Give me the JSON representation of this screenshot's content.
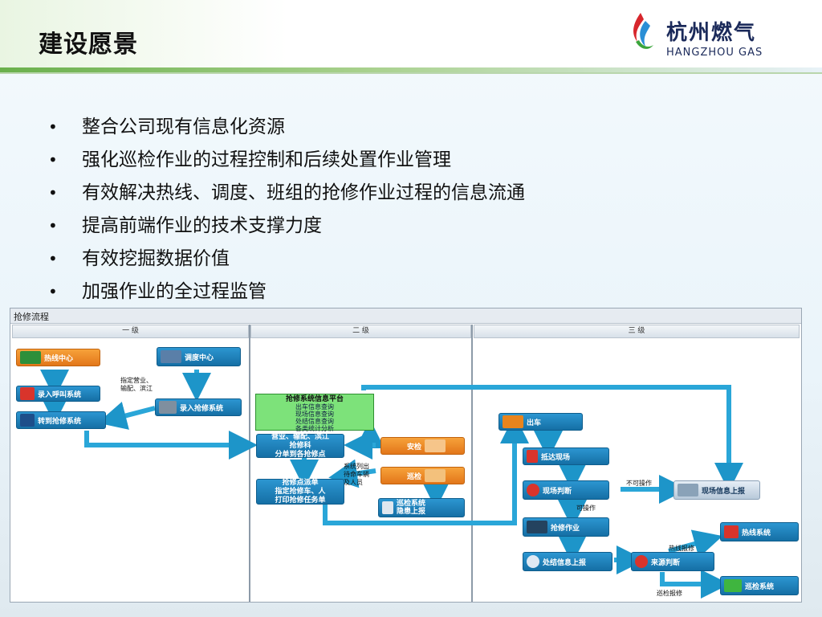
{
  "header": {
    "title": "建设愿景",
    "logo_cn": "杭州燃气",
    "logo_en": "HANGZHOU GAS",
    "accent": "#6ab04c"
  },
  "bullets": [
    "整合公司现有信息化资源",
    "强化巡检作业的过程控制和后续处置作业管理",
    "有效解决热线、调度、班组的抢修作业过程的信息流通",
    "提高前端作业的技术支撑力度",
    "有效挖掘数据价值",
    "加强作业的全过程监管"
  ],
  "flow": {
    "title": "抢修流程",
    "lanes": [
      "一 级",
      "二 级",
      "三 级"
    ],
    "lane1": {
      "hotline": "热线中心",
      "dispatch": "调度中心",
      "call_system": "录入呼叫系统",
      "repair_entry": "录入抢修系统",
      "transfer": "转到抢修系统",
      "note": "指定营业、\n输配、滨江"
    },
    "lane2": {
      "platform_title": "抢修系统信息平台",
      "platform_lines": [
        "出车信息查询",
        "现场信息查询",
        "处结信息查询",
        "各类统计分析"
      ],
      "dispatch_point": "营业、输配、滨江\n抢修科\n分单到各抢修点",
      "safety": "安检",
      "patrol": "巡检",
      "note": "系统列出\n待命车辆\n及人员",
      "repair_point": "抢修点派单\n指定抢修车、人\n打印抢修任务单",
      "patrol_report": "巡检系统\n隐患上报"
    },
    "lane3": {
      "dispatch_car": "出车",
      "arrive": "抵达现场",
      "judge": "现场判断",
      "cannot": "不可操作",
      "site_report": "现场信息上报",
      "can": "可操作",
      "repair_work": "抢修作业",
      "close_report": "处结信息上报",
      "source_judge": "来源判断",
      "hotline_repair": "热线报修",
      "hotline_system": "热线系统",
      "patrol_repair": "巡检报修",
      "patrol_system": "巡检系统"
    }
  }
}
